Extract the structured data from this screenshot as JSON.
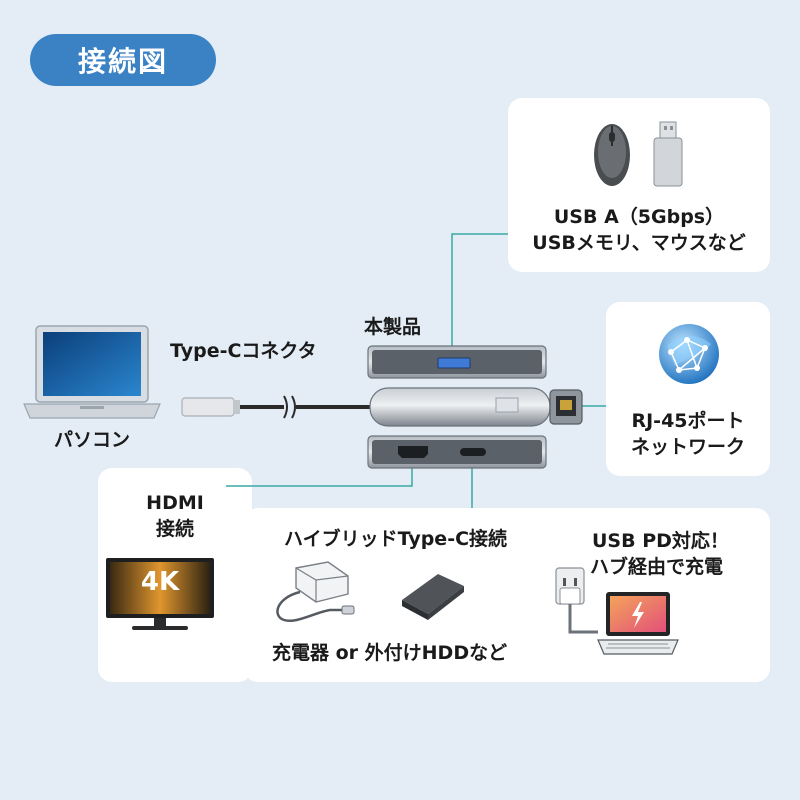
{
  "title_badge": "接続図",
  "product_label": "本製品",
  "connector_label": "Type-Cコネクタ",
  "pc_label": "パソコン",
  "usb_a": {
    "line1": "USB A（5Gbps）",
    "line2": "USBメモリ、マウスなど"
  },
  "lan": {
    "line1": "RJ-45ポート",
    "line2": "ネットワーク"
  },
  "hdmi": {
    "line1": "HDMI",
    "line2": "接続",
    "monitor_text": "4K"
  },
  "typec": {
    "title": "ハイブリッドType-C接続",
    "devices": "充電器 or 外付けHDDなど",
    "pd_line1": "USB PD対応！",
    "pd_line2": "ハブ経由で充電"
  },
  "colors": {
    "badge": "#3b82c4",
    "leader_line": "#3aa9a3",
    "background": "#e4edf6"
  }
}
